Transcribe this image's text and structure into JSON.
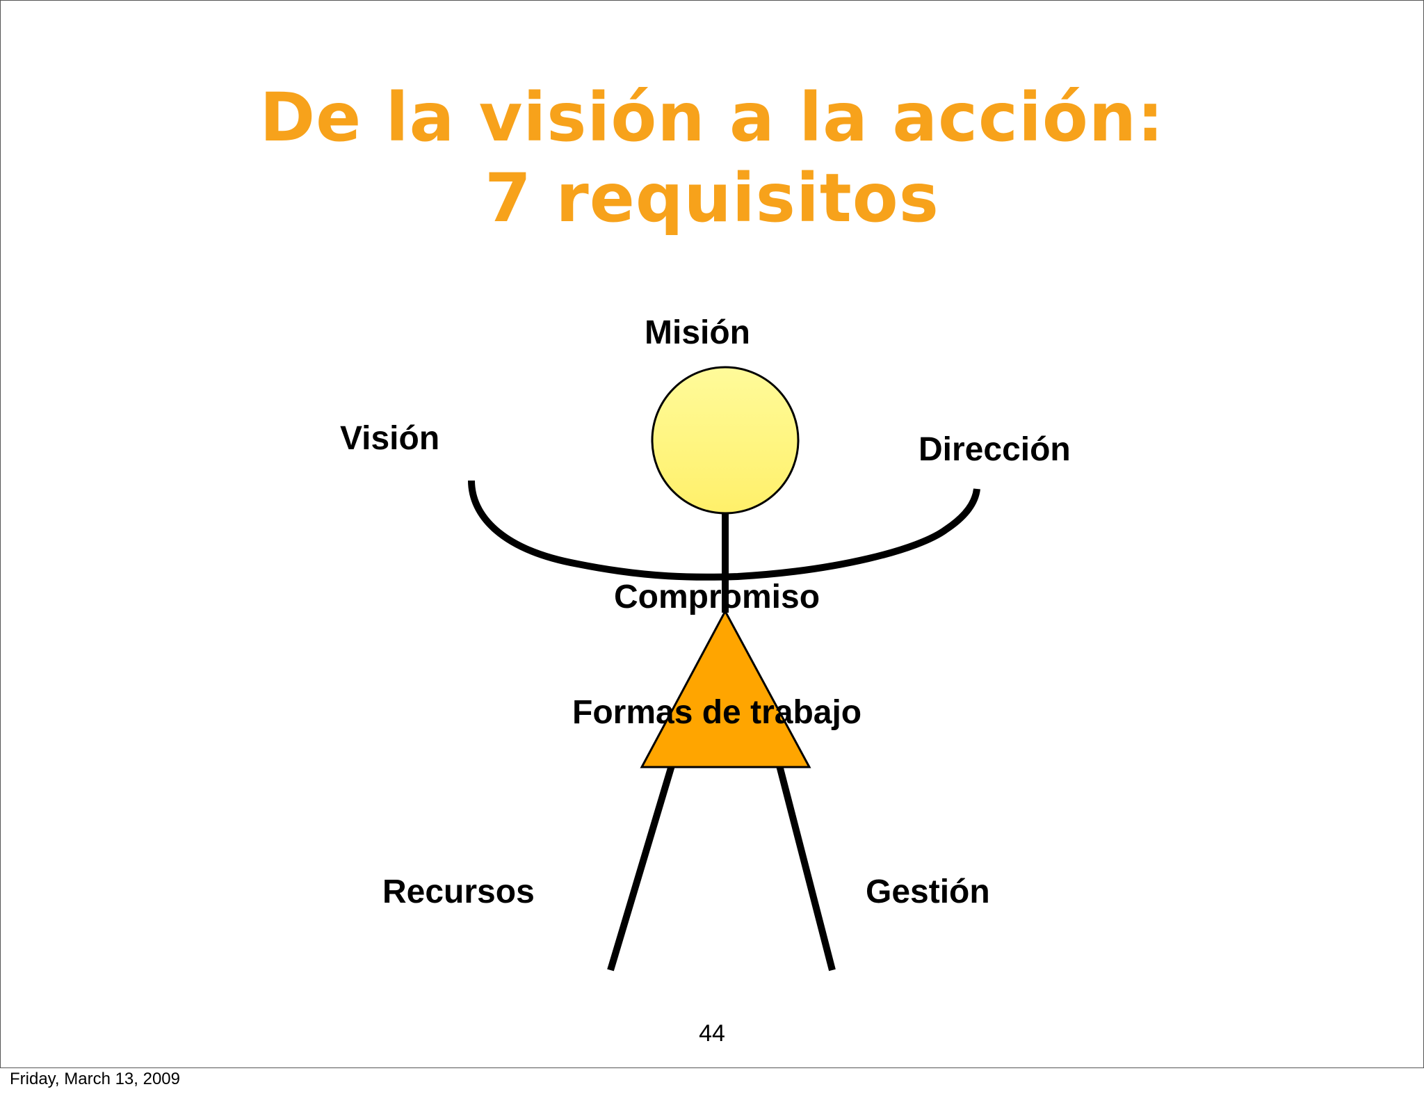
{
  "slide": {
    "title_line1": "De la visión a la acción:",
    "title_line2": "7 requisitos",
    "page_number": "44"
  },
  "footer": {
    "date": "Friday, March 13, 2009"
  },
  "diagram": {
    "labels": {
      "mision": "Misión",
      "vision": "Visión",
      "direccion": "Dirección",
      "compromiso": "Compromiso",
      "formas": "Formas de trabajo",
      "recursos": "Recursos",
      "gestion": "Gestión"
    },
    "colors": {
      "title": "#f7a21b",
      "head_fill": "#fff36e",
      "head_fill_top": "#fffb8c",
      "body_fill": "#ffa500",
      "stroke": "#000000"
    }
  }
}
